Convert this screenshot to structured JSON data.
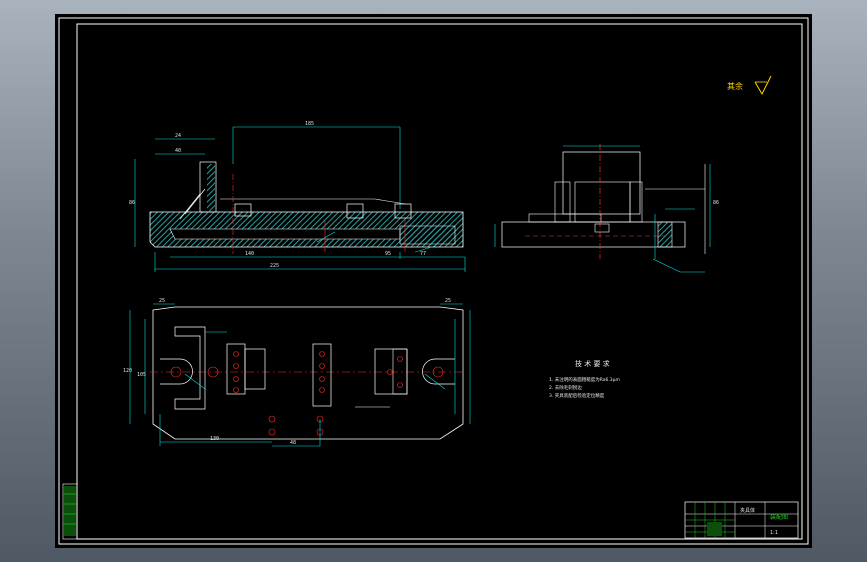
{
  "drawing": {
    "tech_requirements": {
      "heading": "技 术 要 求",
      "items": [
        "1. 未注明的表面粗糙度为Ra6.3μm",
        "2. 去除毛刺锐边",
        "3. 夹具装配后检验定位精度"
      ]
    },
    "title_block": {
      "name": "夹具体",
      "sub": "装配图",
      "code": "1:1"
    },
    "dims": {
      "top_width": "185",
      "left_dim": "24",
      "left_dim2": "40",
      "h_total": "86",
      "bottom1": "140",
      "bottom2": "95",
      "bottom3": "77",
      "bottom_total": "225",
      "plan_left": "25",
      "plan_right": "25",
      "plan_h1": "120",
      "plan_h2": "105",
      "plan_b1": "130",
      "plan_b2": "48",
      "side_h": "86"
    },
    "roughness": "其余"
  },
  "colors": {
    "background": "#000000",
    "frame": "#ffffff",
    "dim": "#00e5e5",
    "center": "#ff2a2a",
    "hatch": "#2a9d9d",
    "green": "#22cc22",
    "yellow": "#ffd800"
  }
}
